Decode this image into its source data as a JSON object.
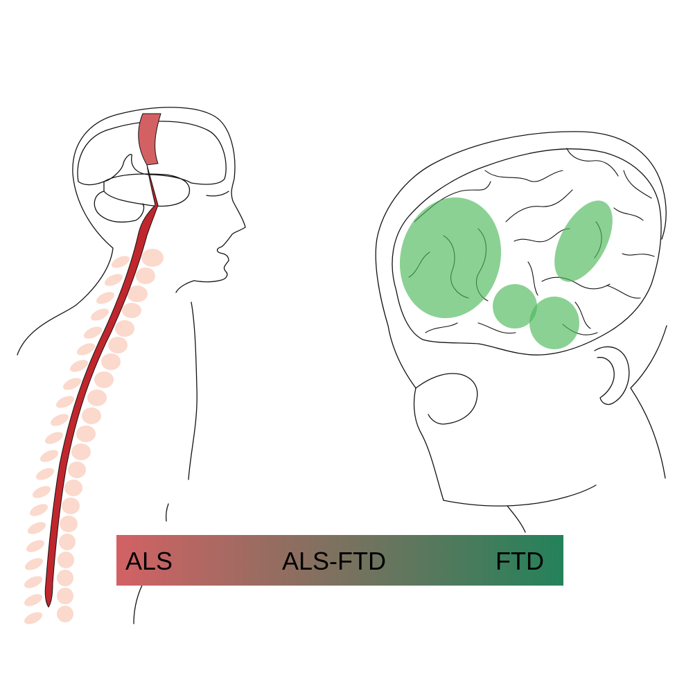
{
  "figure": {
    "spectrum": {
      "labels": {
        "left": "ALS",
        "middle": "ALS-FTD",
        "right": "FTD"
      },
      "colors": {
        "start": "#d36164",
        "end": "#23825a"
      }
    },
    "colors": {
      "motor_tract": "#c0272d",
      "motor_cortex_band": "#d36164",
      "vertebrae": "#fbd9cc",
      "brain_region_fill": "#4db85a",
      "outline": "#111111"
    }
  }
}
